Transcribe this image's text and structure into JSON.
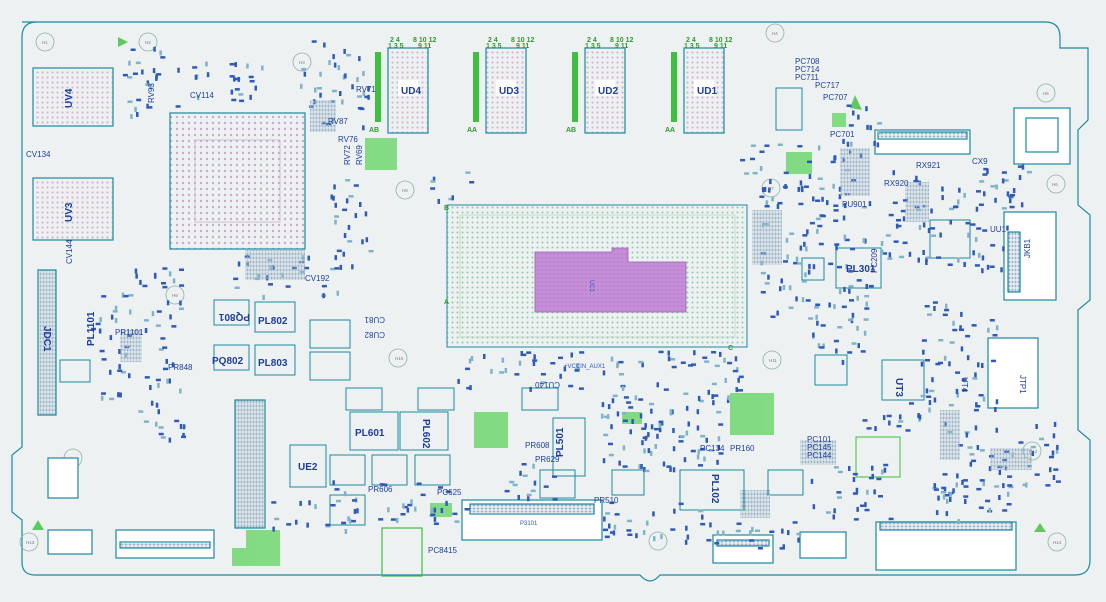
{
  "board": {
    "colors": {
      "background": "#ffffff",
      "outline": "#1a8aa0",
      "label": "#1d3f9a",
      "pad_green": "#5fd35f",
      "cpu_highlight": "#cc88dd",
      "bga_dots": "#c8b4cc"
    },
    "major_components": [
      {
        "id": "UD4",
        "label": "UD4"
      },
      {
        "id": "UD3",
        "label": "UD3"
      },
      {
        "id": "UD2",
        "label": "UD2"
      },
      {
        "id": "UD1",
        "label": "UD1"
      },
      {
        "id": "UV4",
        "label": "UV4"
      },
      {
        "id": "UV3",
        "label": "UV3"
      },
      {
        "id": "UC1",
        "label": "UC1"
      },
      {
        "id": "PL301",
        "label": "PL301"
      },
      {
        "id": "UT3",
        "label": "UT3"
      },
      {
        "id": "PL802",
        "label": "PL802"
      },
      {
        "id": "PL803",
        "label": "PL803"
      },
      {
        "id": "PQ801",
        "label": "PQ801"
      },
      {
        "id": "PQ802",
        "label": "PQ802"
      },
      {
        "id": "PL601",
        "label": "PL601"
      },
      {
        "id": "PL602",
        "label": "PL602"
      },
      {
        "id": "PL501",
        "label": "PL501"
      },
      {
        "id": "PL102",
        "label": "PL102"
      },
      {
        "id": "PL1101",
        "label": "PL1101"
      },
      {
        "id": "UE2",
        "label": "UE2"
      },
      {
        "id": "JDC1",
        "label": "JDC1"
      },
      {
        "id": "JTP1",
        "label": "JTP1"
      },
      {
        "id": "JKB1",
        "label": "JKB1"
      },
      {
        "id": "P3101",
        "label": "P3101"
      },
      {
        "id": "CU140",
        "label": "CU140"
      },
      {
        "id": "CU81",
        "label": "CU81"
      },
      {
        "id": "CU82",
        "label": "CU82"
      },
      {
        "id": "UU1",
        "label": "UU1"
      },
      {
        "id": "UT4",
        "label": "UT4"
      },
      {
        "id": "PR160",
        "label": "PR160"
      },
      {
        "id": "PC134",
        "label": "PC134"
      },
      {
        "id": "PR510",
        "label": "PR510"
      },
      {
        "id": "PC101",
        "label": "PC101"
      },
      {
        "id": "PC144",
        "label": "PC144"
      },
      {
        "id": "PC707",
        "label": "PC707"
      },
      {
        "id": "PC701",
        "label": "PC701"
      },
      {
        "id": "PC708",
        "label": "PC708"
      },
      {
        "id": "PC714",
        "label": "PC714"
      },
      {
        "id": "PC711",
        "label": "PC711"
      },
      {
        "id": "PC717",
        "label": "PC717"
      },
      {
        "id": "RX921",
        "label": "RX921"
      },
      {
        "id": "RX920",
        "label": "RX920"
      },
      {
        "id": "CX9",
        "label": "CX9"
      },
      {
        "id": "PR606",
        "label": "PR606"
      },
      {
        "id": "PC625",
        "label": "PC625"
      },
      {
        "id": "PR629",
        "label": "PR629"
      },
      {
        "id": "PR608",
        "label": "PR608"
      },
      {
        "id": "PR1101",
        "label": "PR1101"
      },
      {
        "id": "PR848",
        "label": "PR848"
      },
      {
        "id": "CV134",
        "label": "CV134"
      },
      {
        "id": "CV144",
        "label": "CV144"
      },
      {
        "id": "CV114",
        "label": "CV114"
      },
      {
        "id": "CV192",
        "label": "CV192"
      },
      {
        "id": "RV87",
        "label": "RV87"
      },
      {
        "id": "RV71",
        "label": "RV71"
      },
      {
        "id": "RV76",
        "label": "RV76"
      },
      {
        "id": "RV72",
        "label": "RV72"
      },
      {
        "id": "RV69",
        "label": "RV69"
      },
      {
        "id": "RV93",
        "label": "RV93"
      },
      {
        "id": "PC8415",
        "label": "PC8415"
      },
      {
        "id": "PU901",
        "label": "PU901"
      },
      {
        "id": "PC209",
        "label": "PC209"
      },
      {
        "id": "PC145",
        "label": "PC145"
      },
      {
        "id": "UV3",
        "label": "UV3"
      }
    ],
    "pin_labels": [
      "2 4",
      "1 3 5",
      "8 10 12",
      "9 11"
    ],
    "net_label": "+VCCIN_AUX1",
    "mount_holes": [
      "H1",
      "H2",
      "H3",
      "H4",
      "H5",
      "H6",
      "H7",
      "H8",
      "H9",
      "H10",
      "H11",
      "H12",
      "H13",
      "H14"
    ],
    "fiducial_labels": [
      "AB",
      "AA",
      "B",
      "A",
      "C"
    ]
  }
}
